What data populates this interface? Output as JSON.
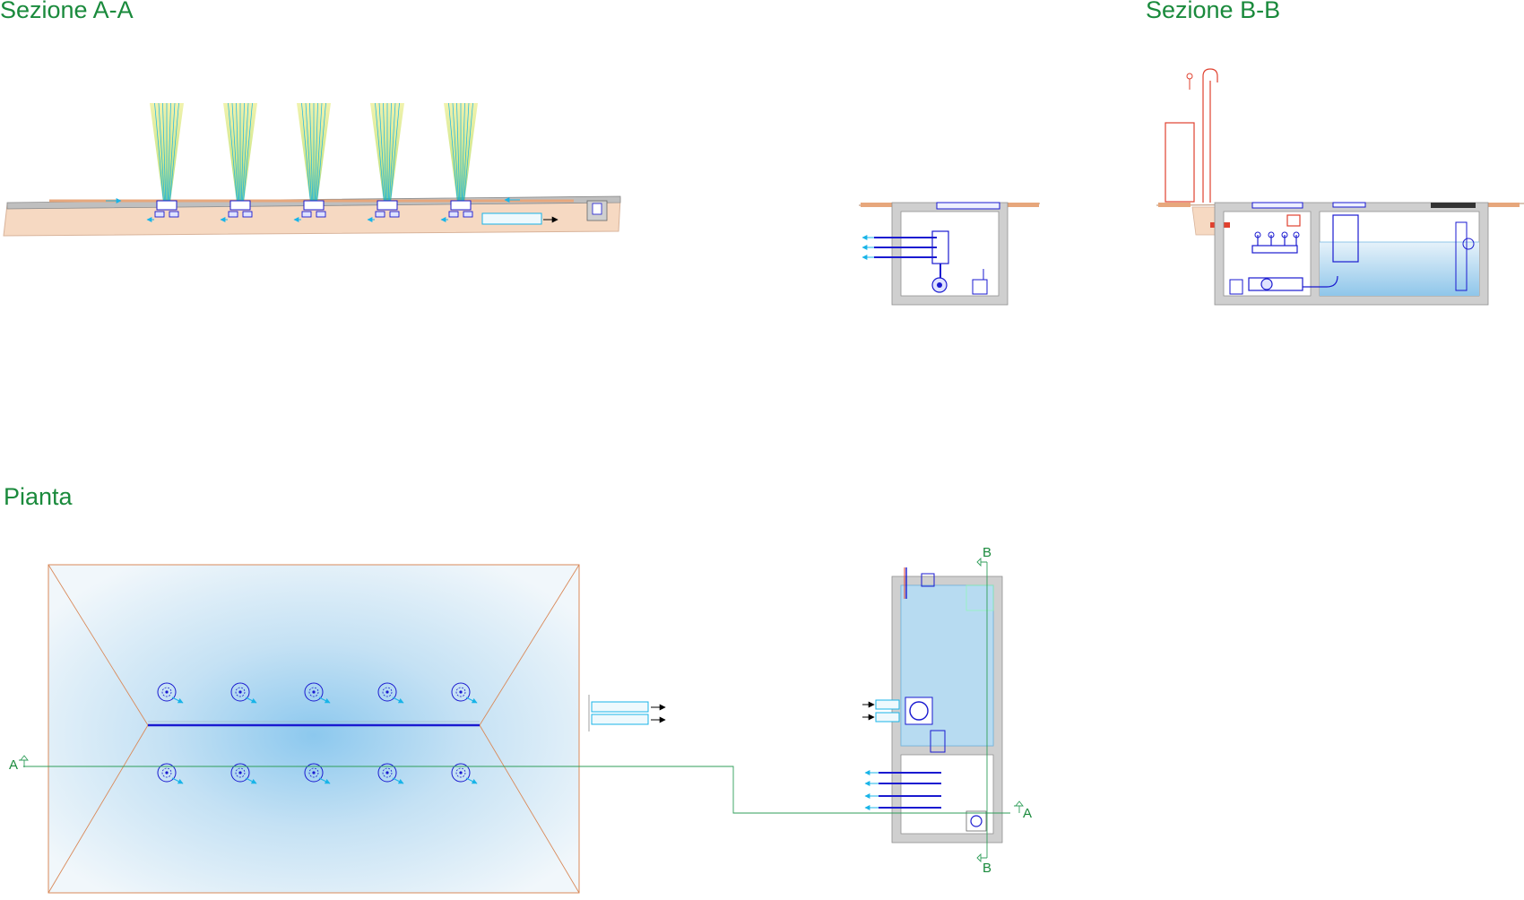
{
  "titles": {
    "section_aa": "Sezione A-A",
    "section_bb": "Sezione B-B",
    "plan": "Pianta"
  },
  "cut_markers": {
    "a": "A",
    "b": "B"
  },
  "colors": {
    "title_green": "#1a8a3c",
    "cut_line_green": "#2f9e5a",
    "equipment_blue": "#1a1ad0",
    "water_cyan": "#18b4e8",
    "jet_yellow": "#c8d600",
    "jet_green": "#3fb02a",
    "soil": "#f6d9c2",
    "concrete": "#cfcfcf",
    "basin_outline": "#d98a5a",
    "water_fill": "#a9d3ee",
    "red_pipe": "#e0412f"
  },
  "counts": {
    "nozzles_per_row": 5,
    "nozzle_rows": 2
  }
}
